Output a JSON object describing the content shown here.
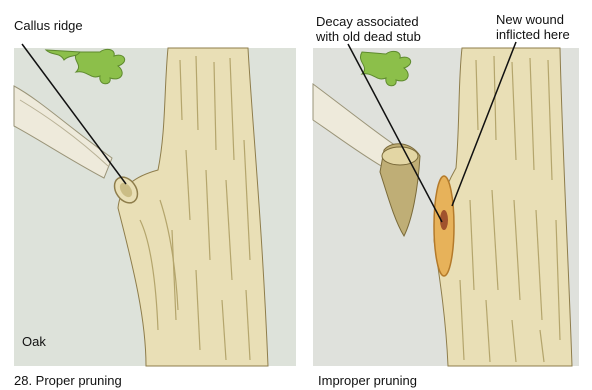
{
  "labels": {
    "callus_ridge": "Callus ridge",
    "decay_line1": "Decay associated",
    "decay_line2": "with old dead stub",
    "wound_line1": "New wound",
    "wound_line2": "inflicted here",
    "species": "Oak",
    "caption_left": "28. Proper pruning",
    "caption_right": "Improper pruning"
  },
  "colors": {
    "panel_bg": "#dde2da",
    "bark_light": "#e9dfb6",
    "bark_mid": "#cbbd86",
    "bark_dark": "#8e7d4b",
    "branch_light": "#eeeadb",
    "leaf": "#8cbf4a",
    "wound": "#e7b25a",
    "wound_dark": "#b47a2a",
    "callout": "#111111"
  }
}
